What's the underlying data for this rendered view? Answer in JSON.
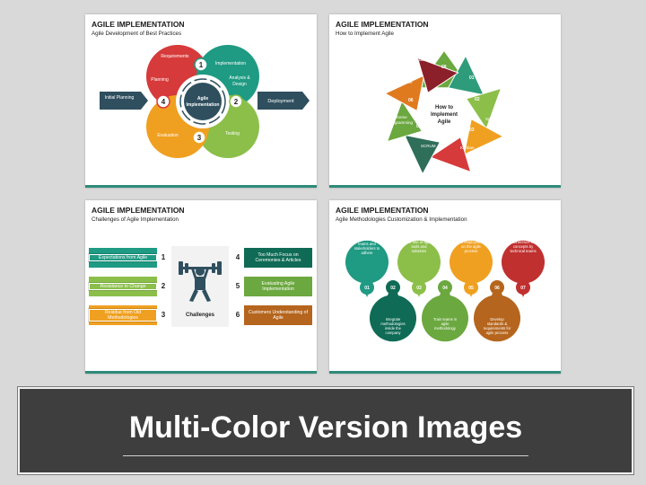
{
  "slides": [
    {
      "title": "AGILE IMPLEMENTATION",
      "subtitle": "Agile Development of Best Practices",
      "center": "Agile Implementation",
      "left_arrow": "Initial Planning",
      "right_arrow": "Deployment",
      "petals": [
        {
          "label": "Requirements",
          "num": "1"
        },
        {
          "label": "Implementation",
          "num": ""
        },
        {
          "label": "Analysis & Design",
          "num": "2"
        },
        {
          "label": "Testing",
          "num": ""
        },
        {
          "label": "Evaluation",
          "num": "3"
        },
        {
          "label": "Planning",
          "num": "4"
        }
      ],
      "colors": {
        "red": "#d63a3a",
        "teal": "#1f9a83",
        "green": "#8cbf4a",
        "orange": "#f0a020",
        "center": "#2f4f5f"
      }
    },
    {
      "title": "AGILE IMPLEMENTATION",
      "subtitle": "How to Implement Agile",
      "center": "How to Implement Agile",
      "items": [
        {
          "num": "01",
          "label": "Flexibility"
        },
        {
          "num": "02",
          "label": "Roles"
        },
        {
          "num": "03",
          "label": "Sprints"
        },
        {
          "num": "04",
          "label": "Kanban"
        },
        {
          "num": "05",
          "label": "SCRUM"
        },
        {
          "num": "06",
          "label": "Extreme Programming"
        },
        {
          "num": "07",
          "label": "Retrospective"
        },
        {
          "num": "08",
          "label": "Backlog"
        }
      ]
    },
    {
      "title": "AGILE IMPLEMENTATION",
      "subtitle": "Challenges of Agile Implementation",
      "center_label": "Challenges",
      "left": [
        {
          "label": "Expectations from Agile",
          "num": "1"
        },
        {
          "label": "Resistance to Change",
          "num": "2"
        },
        {
          "label": "Residue from Old Methodologies",
          "num": "3"
        }
      ],
      "right": [
        {
          "label": "Too Much Focus on Ceremonies & Articles",
          "num": "4"
        },
        {
          "label": "Evaluating Agile Implementation",
          "num": "5"
        },
        {
          "label": "Customers Understanding of Agile",
          "num": "6"
        }
      ]
    },
    {
      "title": "AGILE IMPLEMENTATION",
      "subtitle": "Agile Methodologies Customization & Implementation",
      "top": [
        {
          "num": "01",
          "label": "Encourage teams and stakeholders to adhere"
        },
        {
          "num": "03",
          "label": "Assist teams in the use of agile tools and solutions"
        },
        {
          "num": "05",
          "label": "Provide training to employees on the agile process"
        },
        {
          "num": "07",
          "label": "Assess the adherence of concepts by technical teams"
        }
      ],
      "bottom": [
        {
          "num": "02",
          "label": "Integrate methodologies inside the company"
        },
        {
          "num": "04",
          "label": "Train teams in agile methodology"
        },
        {
          "num": "06",
          "label": "Develop standards & requirements for agile process"
        }
      ]
    }
  ],
  "banner": {
    "title": "Multi-Color Version Images"
  }
}
